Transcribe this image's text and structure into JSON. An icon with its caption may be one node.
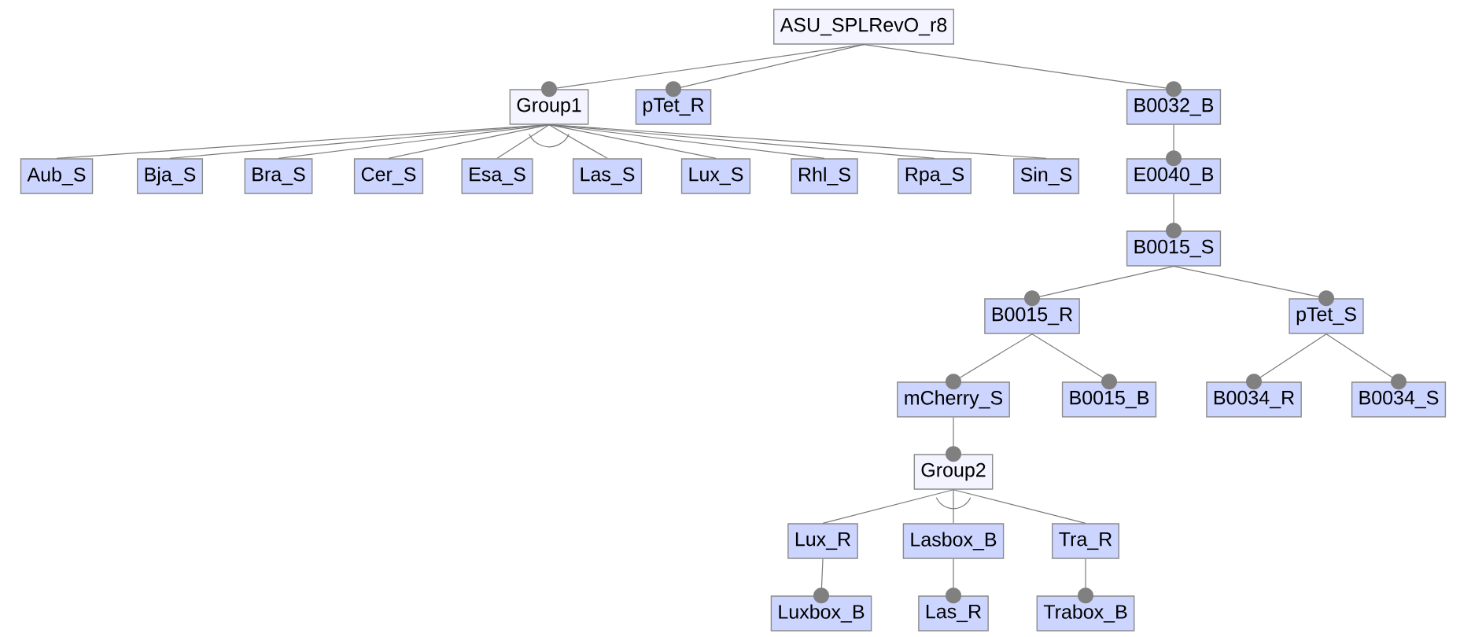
{
  "diagram": {
    "nodes": [
      {
        "text": [
          "ASU_SPLRevO_r8"
        ]
      },
      {
        "text": [
          "Group1"
        ]
      },
      {
        "text": [
          "pTet_R"
        ]
      },
      {
        "text": [
          "B0032_B"
        ]
      },
      {
        "text": [
          "Aub_S"
        ]
      },
      {
        "text": [
          "Bja_S"
        ]
      },
      {
        "text": [
          "Bra_S"
        ]
      },
      {
        "text": [
          "Cer_S"
        ]
      },
      {
        "text": [
          "Esa_S"
        ]
      },
      {
        "text": [
          "Las_S"
        ]
      },
      {
        "text": [
          "Lux_S"
        ]
      },
      {
        "text": [
          "Rhl_S"
        ]
      },
      {
        "text": [
          "Rpa_S"
        ]
      },
      {
        "text": [
          "Sin_S"
        ]
      },
      {
        "text": [
          "E0040_B"
        ]
      },
      {
        "text": [
          "B0015_S"
        ]
      },
      {
        "text": [
          "B0015_R"
        ]
      },
      {
        "text": [
          "pTet_S"
        ]
      },
      {
        "text": [
          "mCherry_S"
        ]
      },
      {
        "text": [
          "B0015_B"
        ]
      },
      {
        "text": [
          "B0034_R"
        ]
      },
      {
        "text": [
          "B0034_S"
        ]
      },
      {
        "text": [
          "Group2"
        ]
      },
      {
        "text": [
          "Lux_R"
        ]
      },
      {
        "text": [
          "Lasbox_B"
        ]
      },
      {
        "text": [
          "Tra_R"
        ]
      },
      {
        "text": [
          "Luxbox_B"
        ]
      },
      {
        "text": [
          "Las_R"
        ]
      },
      {
        "text": [
          "Trabox_B"
        ]
      }
    ],
    "edges": [
      {
        "from": 0,
        "to": 1,
        "arrow": "other"
      },
      {
        "from": 0,
        "to": 2,
        "arrow": "other"
      },
      {
        "from": 0,
        "to": 3,
        "arrow": "other"
      },
      {
        "from": 1,
        "to": 4,
        "arrow": "none"
      },
      {
        "from": 1,
        "to": 5,
        "arrow": "none"
      },
      {
        "from": 1,
        "to": 6,
        "arrow": "none"
      },
      {
        "from": 1,
        "to": 7,
        "arrow": "none"
      },
      {
        "from": 1,
        "to": 8,
        "arrow": "none"
      },
      {
        "from": 1,
        "to": 9,
        "arrow": "none"
      },
      {
        "from": 1,
        "to": 10,
        "arrow": "none"
      },
      {
        "from": 1,
        "to": 11,
        "arrow": "none"
      },
      {
        "from": 1,
        "to": 12,
        "arrow": "none"
      },
      {
        "from": 1,
        "to": 13,
        "arrow": "none"
      },
      {
        "from": 3,
        "to": 14,
        "arrow": "other"
      },
      {
        "from": 14,
        "to": 15,
        "arrow": "other"
      },
      {
        "from": 15,
        "to": 16,
        "arrow": "other"
      },
      {
        "from": 15,
        "to": 17,
        "arrow": "other"
      },
      {
        "from": 16,
        "to": 18,
        "arrow": "other"
      },
      {
        "from": 16,
        "to": 19,
        "arrow": "other"
      },
      {
        "from": 17,
        "to": 20,
        "arrow": "other"
      },
      {
        "from": 17,
        "to": 21,
        "arrow": "other"
      },
      {
        "from": 18,
        "to": 22,
        "arrow": "other"
      },
      {
        "from": 22,
        "to": 23,
        "arrow": "none"
      },
      {
        "from": 22,
        "to": 24,
        "arrow": "none"
      },
      {
        "from": 22,
        "to": 25,
        "arrow": "none"
      },
      {
        "from": 23,
        "to": 26,
        "arrow": "other"
      },
      {
        "from": 24,
        "to": 27,
        "arrow": "other"
      },
      {
        "from": 25,
        "to": 28,
        "arrow": "other"
      }
    ]
  }
}
